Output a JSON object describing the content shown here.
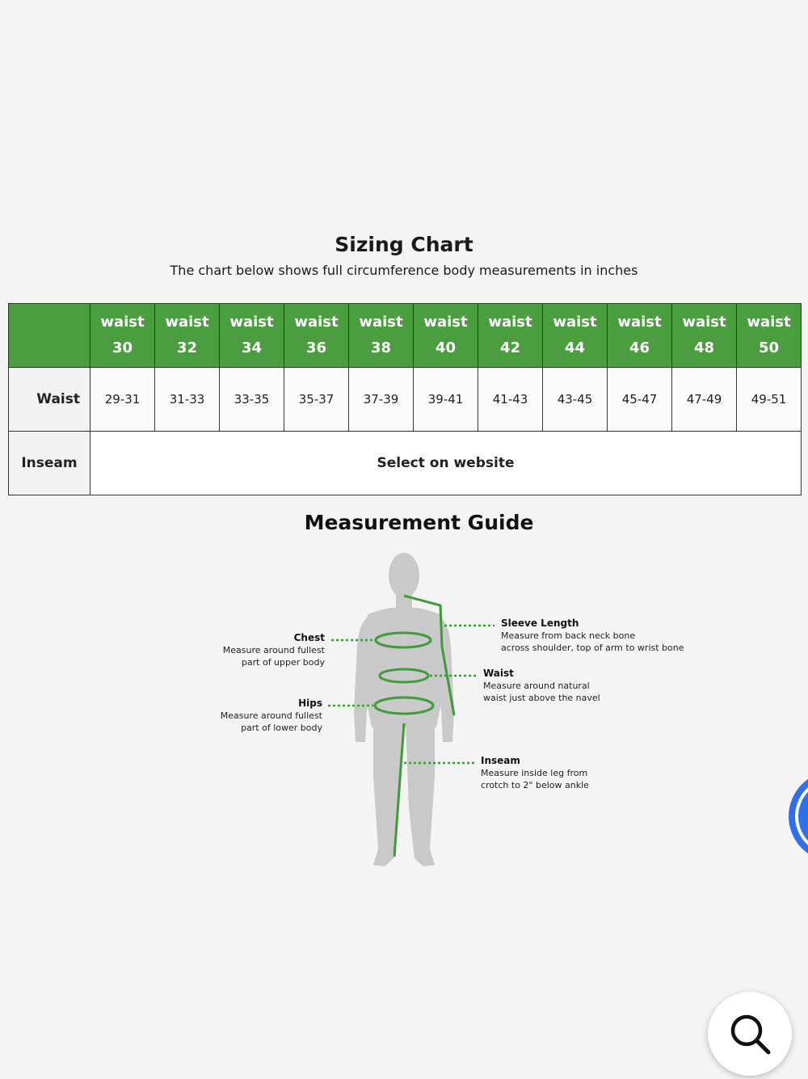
{
  "sizing_chart": {
    "title": "Sizing Chart",
    "subtitle": "The chart below shows full circumference body measurements in inches",
    "header_word": "waist",
    "sizes": [
      "30",
      "32",
      "34",
      "36",
      "38",
      "40",
      "42",
      "44",
      "46",
      "48",
      "50"
    ],
    "rows": [
      {
        "label": "Waist",
        "values": [
          "29-31",
          "31-33",
          "33-35",
          "35-37",
          "37-39",
          "39-41",
          "41-43",
          "43-45",
          "45-47",
          "47-49",
          "49-51"
        ]
      },
      {
        "label": "Inseam",
        "span_value": "Select on website"
      }
    ]
  },
  "measurement_guide": {
    "title": "Measurement Guide",
    "chest": {
      "head": "Chest",
      "line1": "Measure around fullest",
      "line2": "part of upper body"
    },
    "hips": {
      "head": "Hips",
      "line1": "Measure around fullest",
      "line2": "part of lower body"
    },
    "sleeve": {
      "head": "Sleeve Length",
      "line1": "Measure  from back neck bone",
      "line2": "across shoulder, top of arm to wrist bone"
    },
    "waist": {
      "head": "Waist",
      "line1": "Measure around natural",
      "line2": "waist just above the navel"
    },
    "inseam": {
      "head": "Inseam",
      "line1": "Measure inside leg from",
      "line2": "crotch to 2\" below ankle"
    }
  },
  "colors": {
    "header_green": "#4a9e3f",
    "guide_green": "#3f9b3a",
    "figure_gray": "#c9c9c9",
    "widget_blue": "#2f6fe8"
  },
  "icons": {
    "search_button": "search-icon",
    "edge_widget": "circular-widget-icon"
  }
}
